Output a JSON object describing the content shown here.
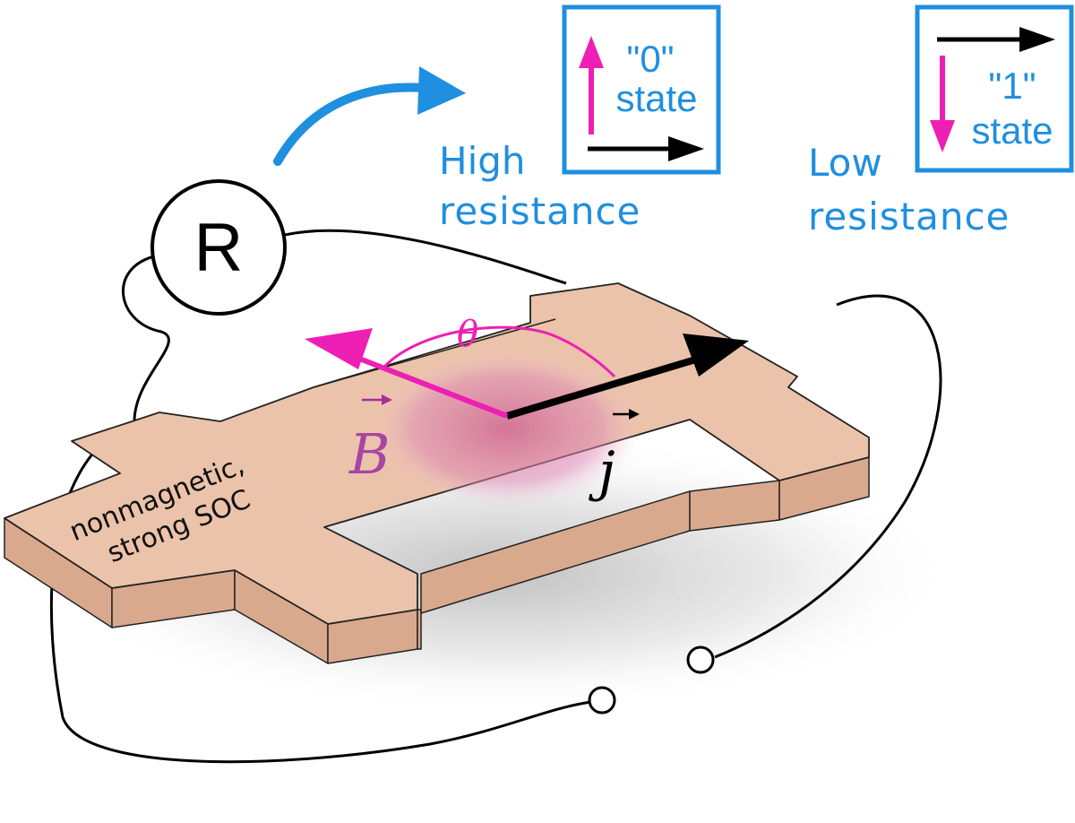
{
  "colors": {
    "blue": "#1f8fe0",
    "magenta": "#ee1fb4",
    "bar_top": "#ebc3aa",
    "bar_side": "#d9a98e",
    "wire": "#000000",
    "glow": "#d97fae"
  },
  "resistor": {
    "label": "R"
  },
  "state_zero": {
    "label": "\"0\"",
    "sub": "state",
    "caption_1": "High",
    "caption_2": "resistance"
  },
  "state_one": {
    "label": "\"1\"",
    "sub": "state",
    "caption_1": "Low",
    "caption_2": "resistance"
  },
  "bar": {
    "line_1": "nonmagnetic,",
    "line_2": "strong SOC"
  },
  "angle": {
    "symbol": "θ"
  },
  "field": {
    "symbol": "B"
  },
  "current": {
    "symbol": "j"
  }
}
